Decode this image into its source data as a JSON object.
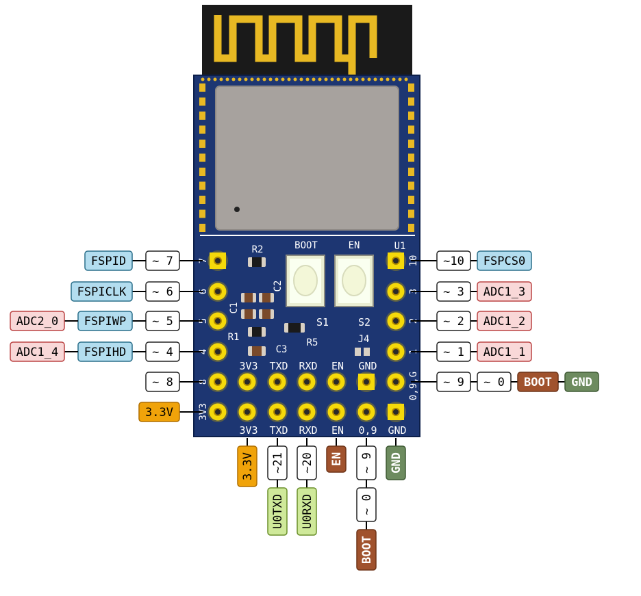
{
  "colors": {
    "board": "#1d3672",
    "board_edge": "#0c1f4a",
    "antenna_bg": "#1a1a1a",
    "gold": "#e8b923",
    "shield": "#a7a29e",
    "pad": "#f5d90a",
    "silk": "#ffffff",
    "label_white": "#ffffff",
    "label_blue": "#b3ddef",
    "label_red": "#f9d8d8",
    "label_orange": "#f0a30a",
    "label_brown": "#a0522d",
    "label_green": "#6d8b5f",
    "label_lime": "#cfe99a"
  },
  "board": {
    "module_ref": "U1",
    "button_labels": {
      "boot": "BOOT",
      "en": "EN",
      "s1": "S1",
      "s2": "S2"
    },
    "component_refs": {
      "r2": "R2",
      "c1": "C1",
      "c2": "C2",
      "r1": "R1",
      "c3": "C3",
      "r5": "R5",
      "j4": "J4"
    },
    "left_header_silk": [
      "7",
      "6",
      "5",
      "4",
      "8",
      "3V3"
    ],
    "right_header_silk": [
      "10",
      "3",
      "2",
      "1",
      "0,9,G"
    ],
    "bottom_header_top_silk": [
      "3V3",
      "TXD",
      "RXD",
      "EN",
      "GND"
    ],
    "bottom_header_bottom_silk": [
      "3V3",
      "TXD",
      "RXD",
      "EN",
      "0,9",
      "GND"
    ]
  },
  "left_pins": [
    {
      "labels": [
        {
          "text": "FSPID",
          "style": "blue"
        },
        {
          "text": "~ 7",
          "style": "white"
        }
      ]
    },
    {
      "labels": [
        {
          "text": "FSPICLK",
          "style": "blue"
        },
        {
          "text": "~ 6",
          "style": "white"
        }
      ]
    },
    {
      "labels": [
        {
          "text": "ADC2_0",
          "style": "red"
        },
        {
          "text": "FSPIWP",
          "style": "blue"
        },
        {
          "text": "~ 5",
          "style": "white"
        }
      ]
    },
    {
      "labels": [
        {
          "text": "ADC1_4",
          "style": "red"
        },
        {
          "text": "FSPIHD",
          "style": "blue"
        },
        {
          "text": "~ 4",
          "style": "white"
        }
      ]
    },
    {
      "labels": [
        {
          "text": "~ 8",
          "style": "white"
        }
      ]
    },
    {
      "labels": [
        {
          "text": "3.3V",
          "style": "orange"
        }
      ]
    }
  ],
  "right_pins": [
    {
      "labels": [
        {
          "text": "~10",
          "style": "white"
        },
        {
          "text": "FSPCS0",
          "style": "blue"
        }
      ]
    },
    {
      "labels": [
        {
          "text": "~ 3",
          "style": "white"
        },
        {
          "text": "ADC1_3",
          "style": "red"
        }
      ]
    },
    {
      "labels": [
        {
          "text": "~ 2",
          "style": "white"
        },
        {
          "text": "ADC1_2",
          "style": "red"
        }
      ]
    },
    {
      "labels": [
        {
          "text": "~ 1",
          "style": "white"
        },
        {
          "text": "ADC1_1",
          "style": "red"
        }
      ]
    },
    {
      "labels": [
        {
          "text": "~ 9",
          "style": "white"
        },
        {
          "text": "~ 0",
          "style": "white"
        },
        {
          "text": "BOOT",
          "style": "brown"
        },
        {
          "text": "GND",
          "style": "green"
        }
      ]
    }
  ],
  "bottom_pins": [
    {
      "labels": [
        {
          "text": "3.3V",
          "style": "orange"
        }
      ]
    },
    {
      "labels": [
        {
          "text": "~21",
          "style": "white"
        },
        {
          "text": "U0TXD",
          "style": "lime"
        }
      ]
    },
    {
      "labels": [
        {
          "text": "~20",
          "style": "white"
        },
        {
          "text": "U0RXD",
          "style": "lime"
        }
      ]
    },
    {
      "labels": [
        {
          "text": "EN",
          "style": "brown"
        }
      ]
    },
    {
      "labels": [
        {
          "text": "~ 9",
          "style": "white"
        },
        {
          "text": "~ 0",
          "style": "white"
        },
        {
          "text": "BOOT",
          "style": "brown"
        }
      ]
    },
    {
      "labels": [
        {
          "text": "GND",
          "style": "green"
        }
      ]
    }
  ]
}
